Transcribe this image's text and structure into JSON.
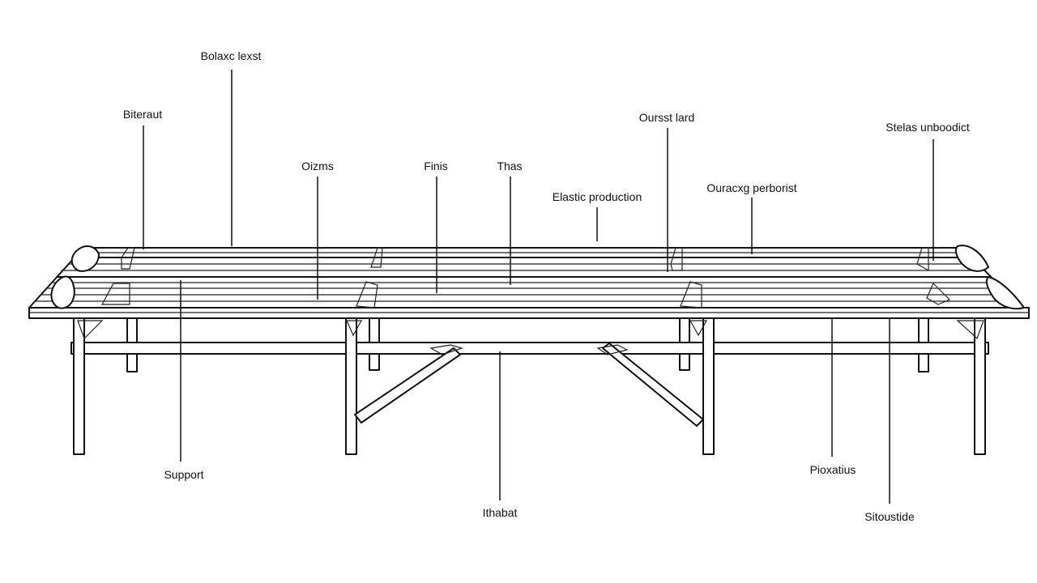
{
  "diagram": {
    "labels": {
      "balance_text": "Bolaxc lexst",
      "bitterout": "Biteraut",
      "oizems": "Oizms",
      "finis": "Finis",
      "thas": "Thas",
      "elastic_production": "Elastic production",
      "oursst_lard": "Oursst lard",
      "ouracxg_perborist": "Ouracxg perborist",
      "stelas_unboodict": "Stelas unboodict",
      "support": "Support",
      "thabat": "Ithabat",
      "pioxatius": "Pioxatius",
      "sitoustide": "Sitoustide"
    }
  }
}
